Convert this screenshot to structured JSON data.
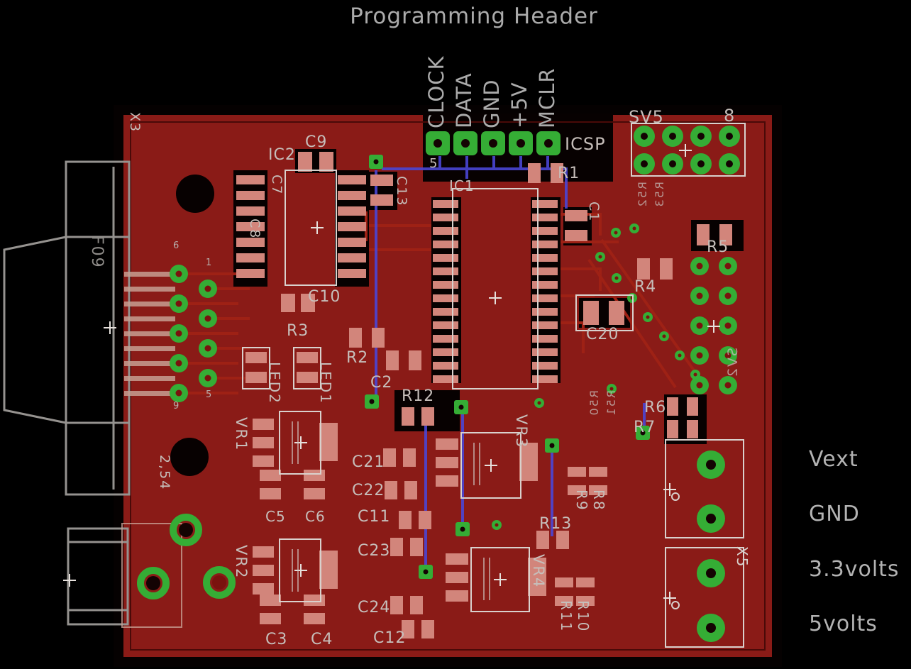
{
  "title": "Programming Header",
  "programming_header": {
    "pins": [
      {
        "label": "CLOCK"
      },
      {
        "label": "DATA"
      },
      {
        "label": "GND"
      },
      {
        "label": "+5V"
      },
      {
        "label": "MCLR"
      }
    ],
    "first_pin_number": "5",
    "icsp_label": "ICSP"
  },
  "power_terminals": [
    {
      "text": "Vext"
    },
    {
      "text": "GND"
    },
    {
      "text": "3.3volts"
    },
    {
      "text": "5volts"
    }
  ],
  "board": {
    "colors": {
      "copper_top": "#8a1b17",
      "pad_green": "#35ad35",
      "smd_pad_rose": "#d2857b",
      "silkscreen": "#c6beba",
      "bottom_trace_blue": "#4a46d4",
      "background": "#000000"
    },
    "refdes": [
      {
        "text": "X3"
      },
      {
        "text": "F09"
      },
      {
        "text": "IC2"
      },
      {
        "text": "C9"
      },
      {
        "text": "C7"
      },
      {
        "text": "C8"
      },
      {
        "text": "C10"
      },
      {
        "text": "C13"
      },
      {
        "text": "IC1"
      },
      {
        "text": "R1"
      },
      {
        "text": "C1"
      },
      {
        "text": "SV5"
      },
      {
        "text": "8"
      },
      {
        "text": "ICSP"
      },
      {
        "text": "5"
      },
      {
        "text": "R5"
      },
      {
        "text": "R4"
      },
      {
        "text": "C20"
      },
      {
        "text": "R3"
      },
      {
        "text": "R2"
      },
      {
        "text": "LED2"
      },
      {
        "text": "LED1"
      },
      {
        "text": "C2"
      },
      {
        "text": "R12"
      },
      {
        "text": "VR1"
      },
      {
        "text": "VR3"
      },
      {
        "text": "C21"
      },
      {
        "text": "C22"
      },
      {
        "text": "C11"
      },
      {
        "text": "C5"
      },
      {
        "text": "C6"
      },
      {
        "text": "R6"
      },
      {
        "text": "R7"
      },
      {
        "text": "R13"
      },
      {
        "text": "R9"
      },
      {
        "text": "R8"
      },
      {
        "text": "VR2"
      },
      {
        "text": "C23"
      },
      {
        "text": "C24"
      },
      {
        "text": "C3"
      },
      {
        "text": "C4"
      },
      {
        "text": "C12"
      },
      {
        "text": "VR4"
      },
      {
        "text": "R11"
      },
      {
        "text": "R10"
      },
      {
        "text": "2,54"
      },
      {
        "text": "X5"
      },
      {
        "text": "SV2"
      },
      {
        "text": "R50"
      },
      {
        "text": "R51"
      },
      {
        "text": "R52"
      },
      {
        "text": "R53"
      },
      {
        "text": "6"
      },
      {
        "text": "9"
      },
      {
        "text": "1"
      },
      {
        "text": "5"
      }
    ]
  }
}
